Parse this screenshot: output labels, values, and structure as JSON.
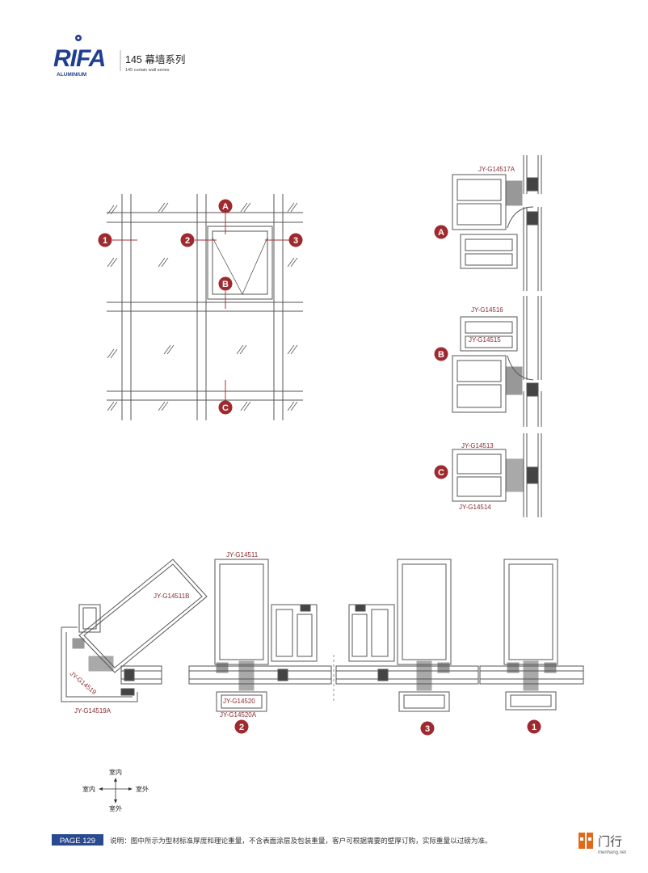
{
  "header": {
    "brand": "RIFA",
    "brand_sub": "ALUMINIUM",
    "series_title": "145 幕墙系列",
    "series_subtitle": "145 curtain wall series"
  },
  "elevation": {
    "markers": [
      "1",
      "2",
      "3",
      "A",
      "B",
      "C"
    ]
  },
  "sections_right": {
    "A": {
      "marker": "A",
      "codes": [
        "JY-G14517A"
      ]
    },
    "B": {
      "marker": "B",
      "codes": [
        "JY-G14516",
        "JY-G14515"
      ]
    },
    "C": {
      "marker": "C",
      "codes": [
        "JY-G14513",
        "JY-G14514"
      ]
    }
  },
  "sections_bottom": {
    "corner": {
      "codes": [
        "JY-G14511B",
        "JY-G14519",
        "JY-G14519A"
      ]
    },
    "section2": {
      "marker": "2",
      "codes": [
        "JY-G14511",
        "JY-G14520",
        "JY-G14520A"
      ]
    },
    "section3": {
      "marker": "3"
    },
    "section1": {
      "marker": "1"
    }
  },
  "compass": {
    "top": "室内",
    "left": "室内",
    "right": "室外",
    "bottom": "室外"
  },
  "footer": {
    "page": "PAGE 129",
    "note": "说明：图中所示为型材标准厚度和理论重量，不含表面涂层及包装重量，客户可根据需要的壁厚订购，实际重量以过磅为准。",
    "watermark_cn": "门行",
    "watermark_url": "menhang.net"
  },
  "colors": {
    "brand_blue": "#1f3f8f",
    "marker_red": "#9e2a2f",
    "line_red": "#a4343a",
    "line": "#555555",
    "footer_blue": "#2a4a8f",
    "watermark_orange": "#e06a1a"
  }
}
